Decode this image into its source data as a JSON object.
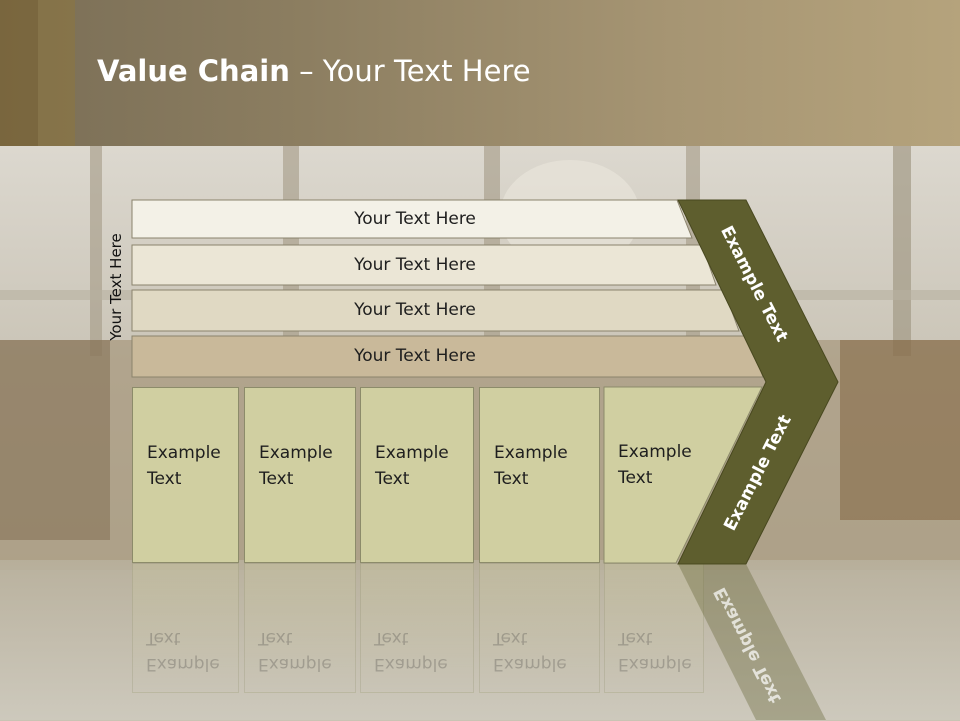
{
  "slide": {
    "title_bold": "Value Chain",
    "title_rest": " – Your Text Here",
    "side_label": "Your Text Here",
    "rows": [
      {
        "label": "Your Text Here",
        "fill": "#f3f1e7"
      },
      {
        "label": "Your Text Here",
        "fill": "#ebe6d6"
      },
      {
        "label": "Your Text Here",
        "fill": "#e0d9c3"
      },
      {
        "label": "Your Text Here",
        "fill": "#c9b99a"
      }
    ],
    "boxes": [
      {
        "label": "Example Text"
      },
      {
        "label": "Example Text"
      },
      {
        "label": "Example Text"
      },
      {
        "label": "Example Text"
      },
      {
        "label": "Example Text"
      }
    ],
    "chevron_top": "Example Text",
    "chevron_bottom": "Example Text",
    "colors": {
      "chevron": "#5e5e2e",
      "box": "#d0cfa1",
      "header_text": "#ffffff"
    }
  }
}
